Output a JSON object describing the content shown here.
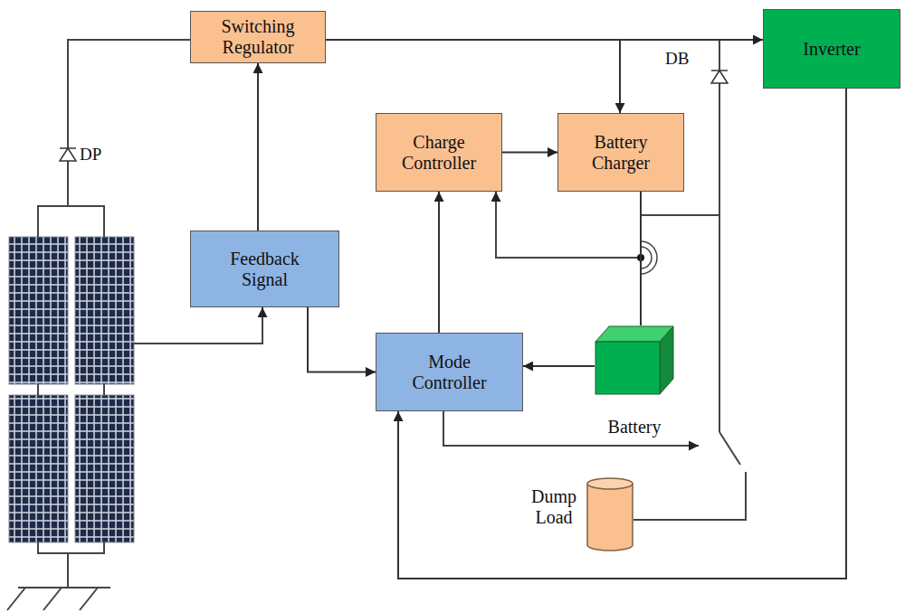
{
  "diagram": {
    "nodes": [
      {
        "text": [
          "Switching Regulator"
        ]
      },
      {
        "text": [
          "Inverter"
        ]
      },
      {
        "text": [
          "Charge Controller"
        ]
      },
      {
        "text": [
          "Battery Charger"
        ]
      },
      {
        "text": [
          "Feedback Signal"
        ]
      },
      {
        "text": [
          "Mode Controller"
        ]
      },
      {
        "text": [
          "Battery"
        ]
      },
      {
        "text": [
          "Dump Load"
        ]
      }
    ],
    "edges": [
      {
        "from": 0,
        "to": 1,
        "arrow": "to"
      },
      {
        "from": 0,
        "to": 3,
        "arrow": "to"
      },
      {
        "from": 2,
        "to": 3,
        "arrow": "to"
      },
      {
        "from": 4,
        "to": 0,
        "arrow": "to"
      },
      {
        "from": 4,
        "to": 5,
        "arrow": "to"
      },
      {
        "from": 5,
        "to": 2,
        "arrow": "to"
      },
      {
        "from": 6,
        "to": 5,
        "arrow": "to"
      },
      {
        "from": 1,
        "to": 5,
        "arrow": "to"
      },
      {
        "from": 3,
        "to": 6,
        "arrow": "none"
      }
    ],
    "labels": [
      "DP",
      "DB"
    ]
  }
}
